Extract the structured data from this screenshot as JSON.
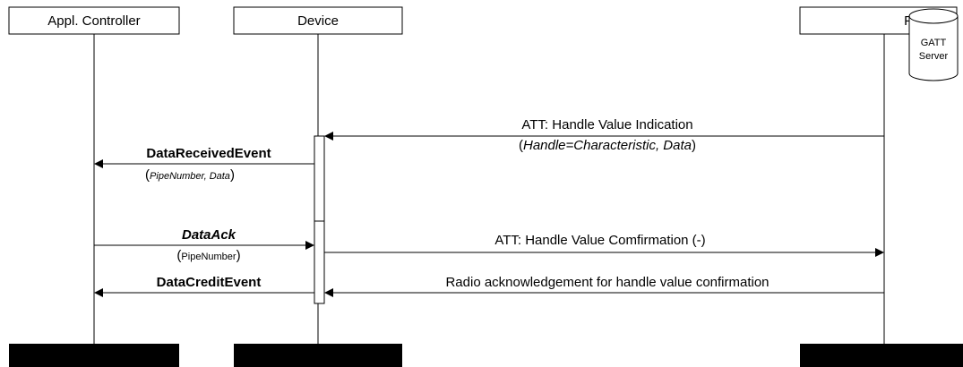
{
  "participants": {
    "controller": "Appl. Controller",
    "device": "Device",
    "peer": "Peer"
  },
  "database": {
    "line1": "GATT",
    "line2": "Server"
  },
  "messages": {
    "indication": {
      "label": "ATT: Handle Value Indication",
      "params_open": "(",
      "params_text": "Handle=Characteristic, Data",
      "params_close": ")"
    },
    "data_received": {
      "label": "DataReceivedEvent",
      "params_open": "(",
      "params_text": "PipeNumber, Data",
      "params_close": ")"
    },
    "data_ack": {
      "label": "DataAck",
      "params_open": "(",
      "params_text": "PipeNumber",
      "params_close": ")"
    },
    "confirmation": {
      "label": "ATT: Handle Value Comfirmation (-)"
    },
    "data_credit": {
      "label": "DataCreditEvent"
    },
    "radio_ack": {
      "label": "Radio acknowledgement for handle value confirmation"
    }
  },
  "colors": {
    "line": "#000000",
    "background": "#ffffff",
    "footer": "#000000"
  }
}
